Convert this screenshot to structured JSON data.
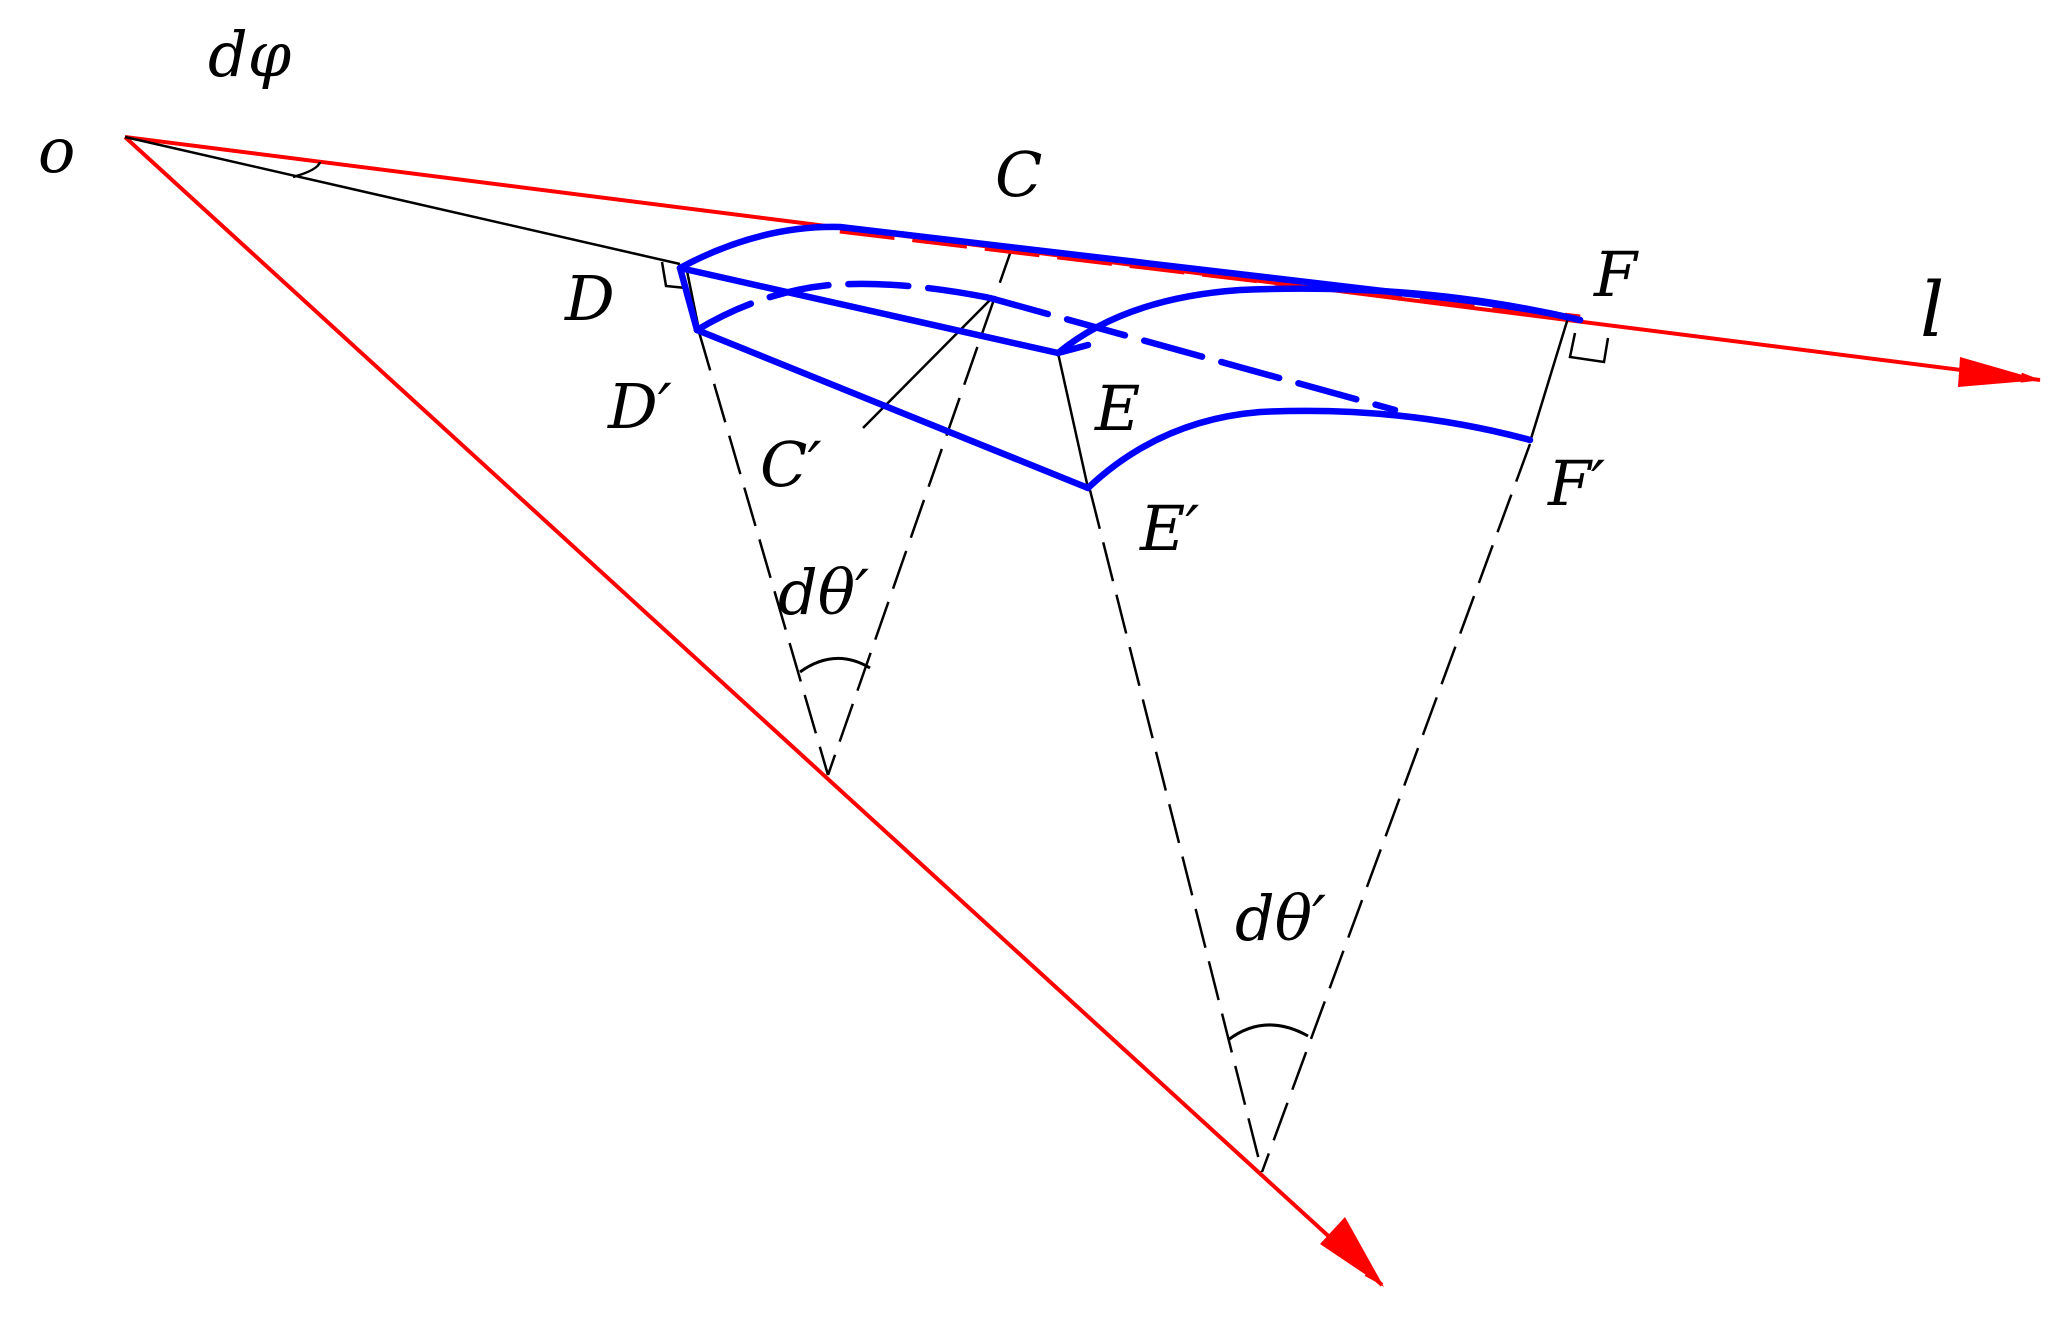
{
  "labels": {
    "origin": "o",
    "dphi": "dφ",
    "C": "C",
    "D": "D",
    "F": "F",
    "l": "l",
    "Dprime": "D′",
    "E": "E",
    "Cprime": "C′",
    "Fprime": "F′",
    "Eprime": "E′",
    "dtheta_upper": "dθ′",
    "dtheta_lower": "dθ′"
  },
  "colors": {
    "axis": "#ff0000",
    "element": "#0000ff",
    "construction": "#000000"
  }
}
